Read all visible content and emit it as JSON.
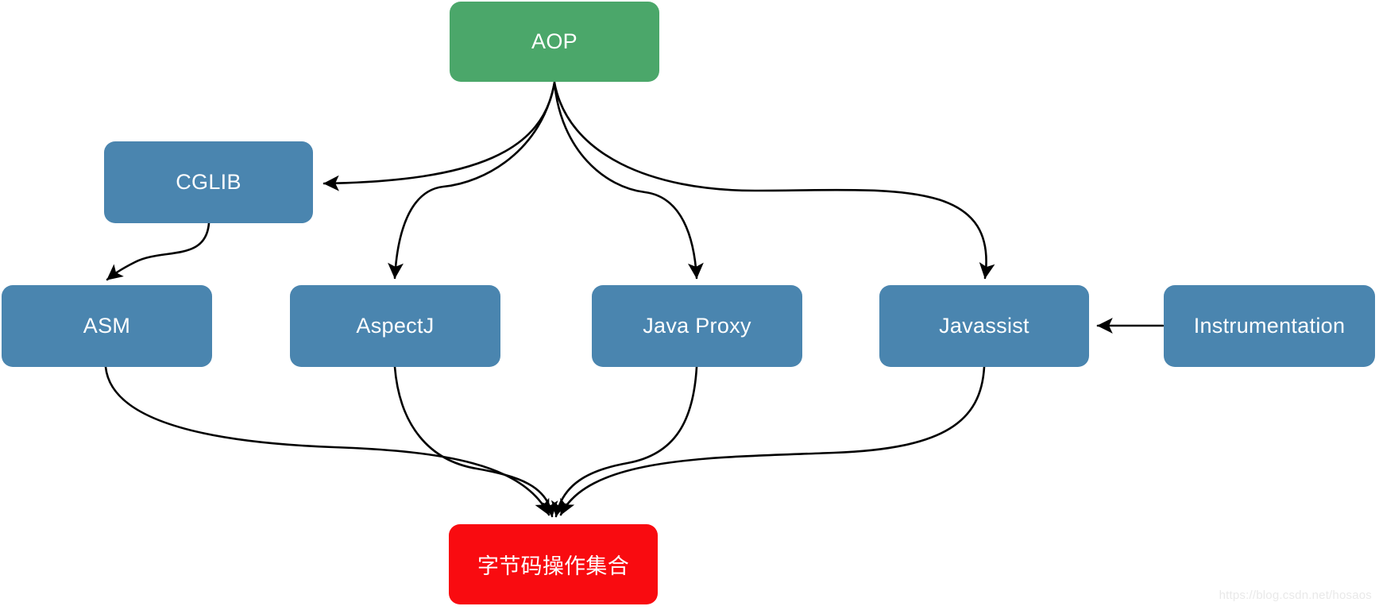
{
  "diagram": {
    "nodes": {
      "aop": {
        "label": "AOP",
        "color": "#4BA76A"
      },
      "cglib": {
        "label": "CGLIB",
        "color": "#4A85AF"
      },
      "asm": {
        "label": "ASM",
        "color": "#4A85AF"
      },
      "aspectj": {
        "label": "AspectJ",
        "color": "#4A85AF"
      },
      "java_proxy": {
        "label": "Java Proxy",
        "color": "#4A85AF"
      },
      "javassist": {
        "label": "Javassist",
        "color": "#4A85AF"
      },
      "instrumentation": {
        "label": "Instrumentation",
        "color": "#4A85AF"
      },
      "bytecode_ops": {
        "label": "字节码操作集合",
        "color": "#F90B10"
      }
    },
    "edges": [
      {
        "from": "AOP",
        "to": "CGLIB"
      },
      {
        "from": "AOP",
        "to": "AspectJ"
      },
      {
        "from": "AOP",
        "to": "Java Proxy"
      },
      {
        "from": "AOP",
        "to": "Javassist"
      },
      {
        "from": "CGLIB",
        "to": "ASM"
      },
      {
        "from": "Instrumentation",
        "to": "Javassist"
      },
      {
        "from": "ASM",
        "to": "字节码操作集合"
      },
      {
        "from": "AspectJ",
        "to": "字节码操作集合"
      },
      {
        "from": "Java Proxy",
        "to": "字节码操作集合"
      },
      {
        "from": "Javassist",
        "to": "字节码操作集合"
      }
    ],
    "text_color": "#FFFFFF",
    "arrow_color": "#000000"
  },
  "watermark": {
    "text": "https://blog.csdn.net/hosaos",
    "color": "#E9E9E9"
  }
}
